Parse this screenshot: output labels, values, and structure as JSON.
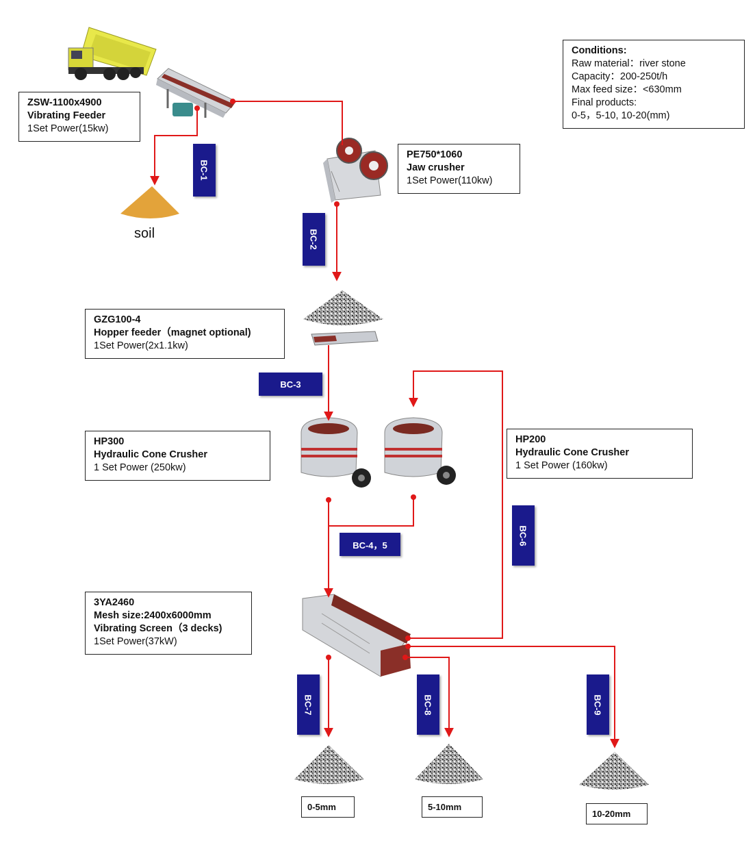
{
  "conditions": {
    "title": "Conditions:",
    "raw_material": "Raw material：river stone",
    "capacity": "Capacity：200-250t/h",
    "max_feed": "Max feed size：<630mm",
    "final_products": "Final products:",
    "sizes": "0-5，5-10, 10-20(mm)"
  },
  "feeder": {
    "model": "ZSW-1100x4900",
    "name": "Vibrating Feeder",
    "power": "1Set Power(15kw)"
  },
  "jaw": {
    "model": "PE750*1060",
    "name": "Jaw crusher",
    "power": "1Set Power(110kw)"
  },
  "hopper": {
    "model": "GZG100-4",
    "name": "Hopper feeder（magnet optional)",
    "power": "1Set Power(2x1.1kw)"
  },
  "hp300": {
    "model": "HP300",
    "name": "Hydraulic Cone Crusher",
    "power": "1 Set Power (250kw)"
  },
  "hp200": {
    "model": "HP200",
    "name": "Hydraulic Cone Crusher",
    "power": "1 Set Power (160kw)"
  },
  "screen": {
    "model": "3YA2460",
    "mesh": "Mesh size:2400x6000mm",
    "name": "Vibrating Screen（3 decks)",
    "power": "1Set Power(37kW)"
  },
  "soil": "soil",
  "belts": {
    "bc1": "BC-1",
    "bc2": "BC-2",
    "bc3": "BC-3",
    "bc45": "BC-4，5",
    "bc6": "BC-6",
    "bc7": "BC-7",
    "bc8": "BC-8",
    "bc9": "BC-9"
  },
  "products": {
    "p1": "0-5mm",
    "p2": "5-10mm",
    "p3": "10-20mm"
  },
  "colors": {
    "flow_line": "#e01818",
    "belt_label": "#1a1a8c",
    "machine_body": "#c9ccd2",
    "machine_accent": "#7a2a22",
    "soil": "#e3a33a",
    "truck_body": "#e8e84a"
  }
}
